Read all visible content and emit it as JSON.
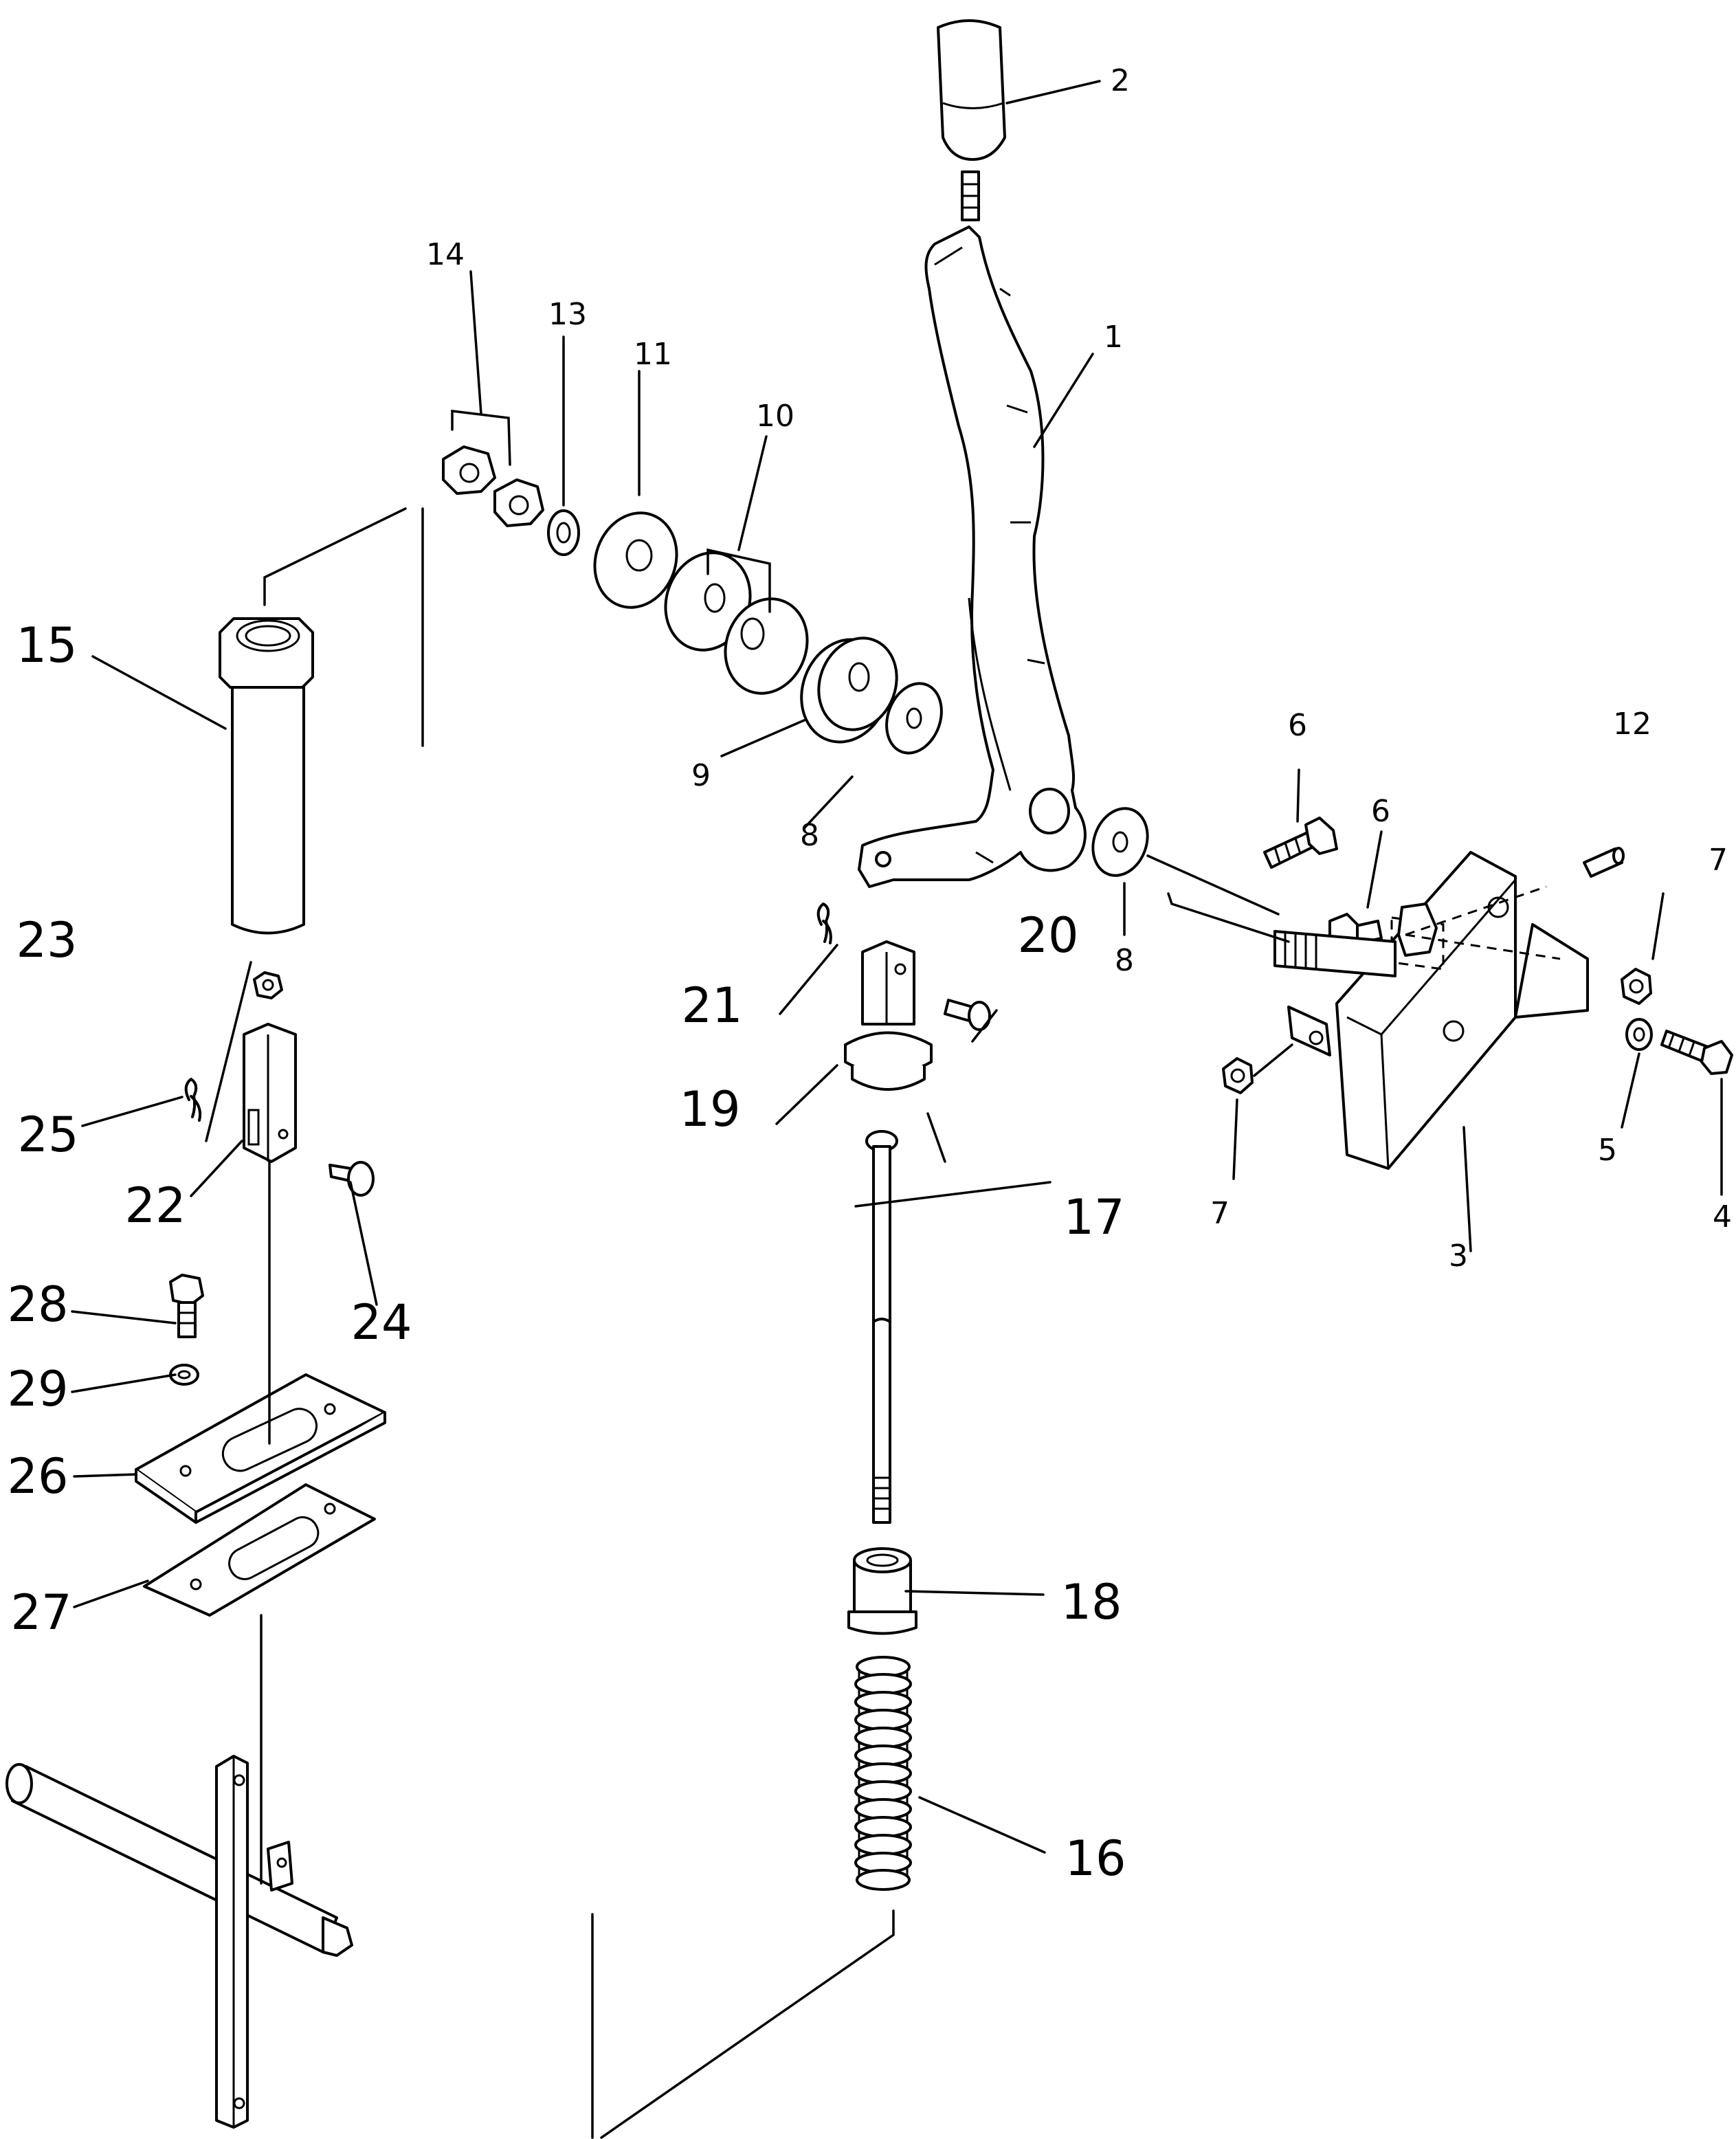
{
  "diagram": {
    "type": "exploded parts diagram",
    "callouts": [
      "1",
      "2",
      "3",
      "4",
      "5",
      "6",
      "6",
      "7",
      "7",
      "8",
      "8",
      "9",
      "10",
      "11",
      "12",
      "13",
      "14",
      "15",
      "16",
      "17",
      "18",
      "19",
      "20",
      "21",
      "22",
      "23",
      "24",
      "25",
      "26",
      "27",
      "28",
      "29"
    ]
  },
  "colors": {
    "line": "#000000",
    "background": "#ffffff"
  }
}
